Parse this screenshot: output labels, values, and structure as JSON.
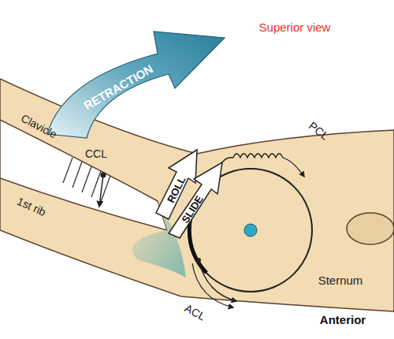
{
  "diagram": {
    "nodes": [
      {
        "text": [
          "RETRACTION"
        ]
      },
      {
        "text": [
          "ROLL"
        ]
      },
      {
        "text": [
          "SLIDE"
        ]
      }
    ],
    "labels": [
      "Superior view",
      "Clavicle",
      "CCL",
      "1st rib",
      "PCL",
      "ACL",
      "Sternum",
      "Anterior"
    ]
  }
}
